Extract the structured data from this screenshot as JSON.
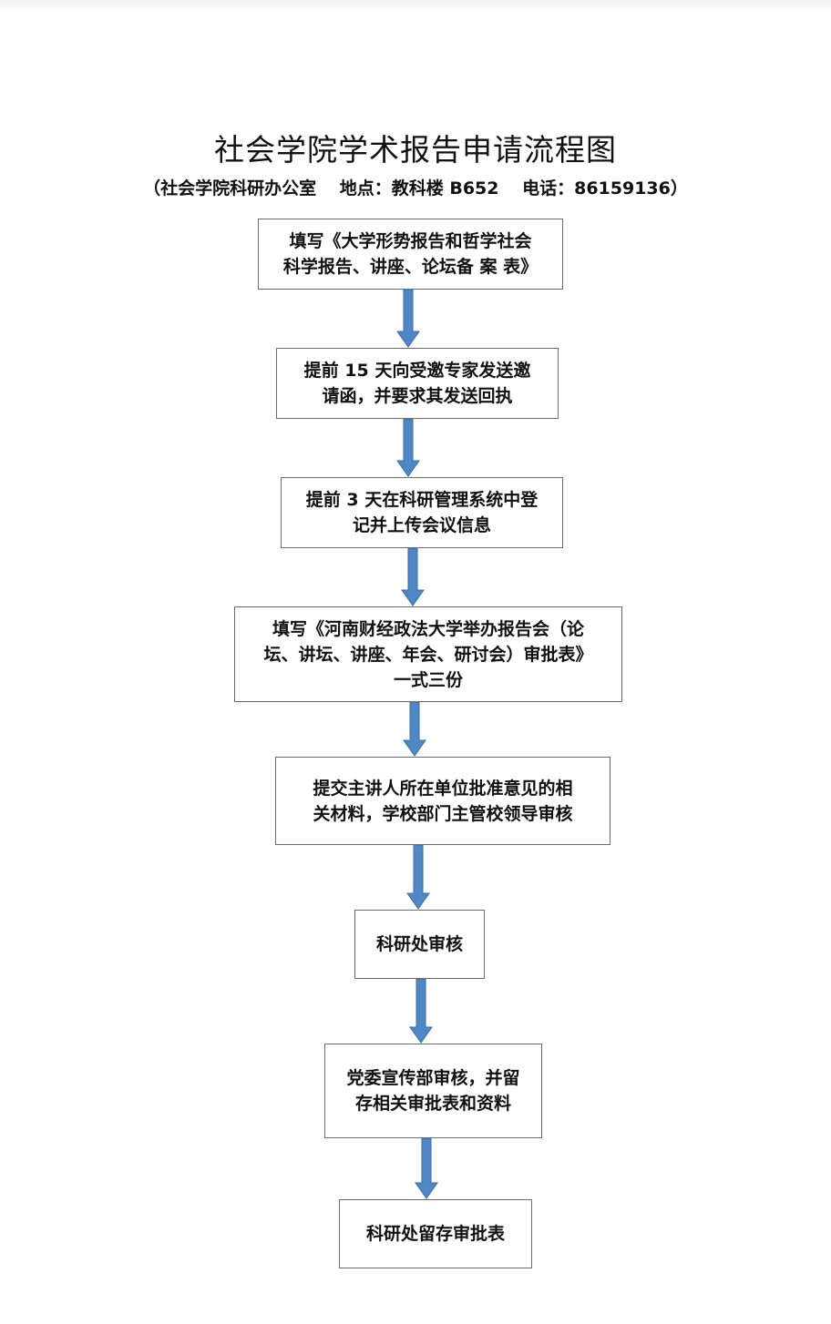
{
  "title": "社会学院学术报告申请流程图",
  "subtitle": "（社会学院科研办公室　 地点：教科楼 B652　 电话：86159136）",
  "colors": {
    "arrow_fill": "#4f87c4",
    "arrow_stroke": "#3a6da6",
    "box_border": "#6b6b6b"
  },
  "steps": [
    {
      "lines": [
        "填写《大学形势报告和哲学社会",
        "科学报告、讲座、论坛备 案 表》"
      ]
    },
    {
      "lines": [
        "提前 15 天向受邀专家发送邀",
        "请函，并要求其发送回执"
      ]
    },
    {
      "lines": [
        "提前 3 天在科研管理系统中登",
        "记并上传会议信息"
      ]
    },
    {
      "lines": [
        "填写《河南财经政法大学举办报告会（论",
        "坛、讲坛、讲座、年会、研讨会）审批表》",
        "一式三份"
      ]
    },
    {
      "lines": [
        "提交主讲人所在单位批准意见的相",
        "关材料，学校部门主管校领导审核"
      ]
    },
    {
      "lines": [
        "科研处审核"
      ]
    },
    {
      "lines": [
        "党委宣传部审核，并留",
        "存相关审批表和资料"
      ]
    },
    {
      "lines": [
        "科研处留存审批表"
      ]
    }
  ]
}
